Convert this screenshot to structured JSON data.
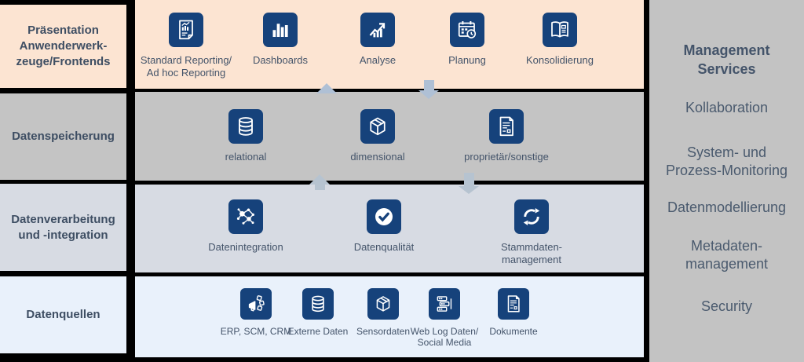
{
  "colors": {
    "row1_bg": "#fce4d2",
    "row2_bg": "#c4c4c4",
    "row3_bg": "#d7dbe3",
    "row4_bg": "#e9f1fb",
    "panel_bg": "#c3c3c3",
    "tile_navy": "#16427b",
    "text_slate": "#44546a",
    "arrow_blue": "#afc0d5",
    "arrow_gray": "#b6c3d0"
  },
  "rows": [
    {
      "label": "Präsentation\nAnwenderwerk-\nzeuge/Frontends",
      "items": [
        {
          "icon": "report-icon",
          "label": "Standard Reporting/\nAd hoc Reporting"
        },
        {
          "icon": "bar-chart-icon",
          "label": "Dashboards"
        },
        {
          "icon": "trend-arrow-icon",
          "label": "Analyse"
        },
        {
          "icon": "calendar-clock-icon",
          "label": "Planung"
        },
        {
          "icon": "open-book-icon",
          "label": "Konsolidierung"
        }
      ]
    },
    {
      "label": "Datenspeicherung",
      "items": [
        {
          "icon": "database-icon",
          "label": "relational"
        },
        {
          "icon": "cube-icon",
          "label": "dimensional"
        },
        {
          "icon": "document-icon",
          "label": "proprietär/sonstige"
        }
      ]
    },
    {
      "label": "Datenverarbeitung\nund -integration",
      "items": [
        {
          "icon": "network-icon",
          "label": "Datenintegration"
        },
        {
          "icon": "check-circle-icon",
          "label": "Datenqualität"
        },
        {
          "icon": "sync-icon",
          "label": "Stammdaten-\nmanagement"
        }
      ]
    },
    {
      "label": "Datenquellen",
      "items": [
        {
          "icon": "megaphone-icon",
          "label": "ERP, SCM, CRM"
        },
        {
          "icon": "database-icon",
          "label": "Externe Daten"
        },
        {
          "icon": "cube-icon",
          "label": "Sensordaten"
        },
        {
          "icon": "server-icon",
          "label": "Web Log Daten/\nSocial Media"
        },
        {
          "icon": "document-icon",
          "label": "Dokumente"
        }
      ]
    }
  ],
  "management": {
    "title": "Management\nServices",
    "items": [
      "Kollaboration",
      "System- und\nProzess-Monitoring",
      "Datenmodellierung",
      "Metadaten-\nmanagement",
      "Security"
    ]
  }
}
